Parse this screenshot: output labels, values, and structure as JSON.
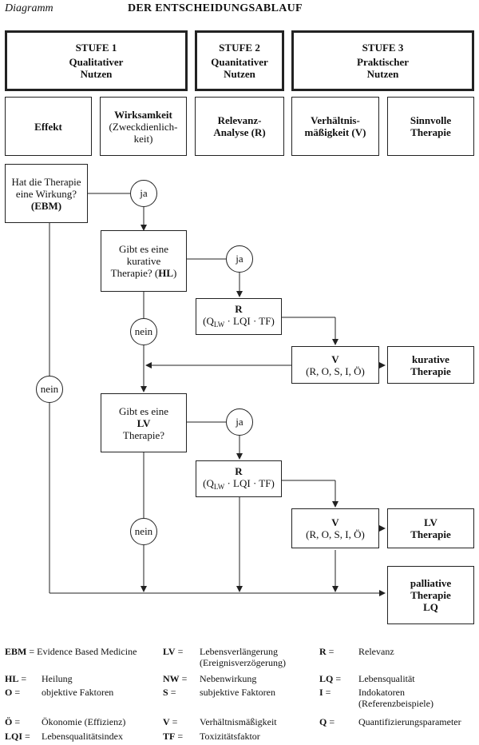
{
  "header": {
    "label": "Diagramm",
    "title": "DER ENTSCHEIDUNGSABLAUF"
  },
  "stages": [
    {
      "title": "STUFE 1",
      "line1": "Qualitativer",
      "line2": "Nutzen"
    },
    {
      "title": "STUFE 2",
      "line1": "Quanitativer",
      "line2": "Nutzen"
    },
    {
      "title": "STUFE 3",
      "line1": "Praktischer",
      "line2": "Nutzen"
    }
  ],
  "columns": [
    {
      "line1": "Effekt"
    },
    {
      "line1": "Wirksamkeit",
      "line2": "(Zweckdienlich-",
      "line3": "keit)"
    },
    {
      "line1": "Relevanz-",
      "line2": "Analyse (R)"
    },
    {
      "line1": "Verhältnis-",
      "line2": "mäßigkeit (V)"
    },
    {
      "line1": "Sinnvolle",
      "line2": "Therapie"
    }
  ],
  "flow": {
    "q1": {
      "line1": "Hat die Therapie",
      "line2": "eine Wirkung?",
      "abbr": "(EBM)"
    },
    "q2": {
      "line1": "Gibt es eine",
      "line2": "kurative",
      "line3": "Therapie? (",
      "abbr": "HL",
      "close": ")"
    },
    "q3": {
      "line1": "Gibt es eine",
      "abbr": "LV",
      "line3": "Therapie?"
    },
    "r_box": {
      "title": "R",
      "open": "(Q",
      "sub": "LW",
      "rest": " · LQI · TF)"
    },
    "v_box": {
      "title": "V",
      "formula": "(R, O, S, I, Ö)"
    },
    "yes": "ja",
    "no": "nein",
    "out_kurativ": {
      "line1": "kurative",
      "line2": "Therapie"
    },
    "out_lv": {
      "line1": "LV",
      "line2": "Therapie"
    },
    "out_palliativ": {
      "line1": "palliative",
      "line2": "Therapie",
      "line3": "LQ"
    }
  },
  "legend": [
    {
      "key": "EBM",
      "eq": " =",
      "val": "Evidence Based Medicine"
    },
    {
      "key": "LV",
      "eq": " =",
      "val": "Lebensverlängerung",
      "val2": "(Ereignisverzögerung)"
    },
    {
      "key": "R",
      "eq": " =",
      "val": "Relevanz"
    },
    {
      "key": "HL",
      "eq": " =",
      "val": "Heilung"
    },
    {
      "key": "NW",
      "eq": " =",
      "val": "Nebenwirkung"
    },
    {
      "key": "LQ",
      "eq": " =",
      "val": "Lebensqualität"
    },
    {
      "key": "O",
      "eq": " =",
      "val": "objektive Faktoren"
    },
    {
      "key": "S",
      "eq": " =",
      "val": "subjektive Faktoren"
    },
    {
      "key": "I",
      "eq": " =",
      "val": "Indokatoren",
      "val2": "(Referenzbeispiele)"
    },
    {
      "key": "Ö",
      "eq": " =",
      "val": "Ökonomie (Effizienz)"
    },
    {
      "key": "V",
      "eq": " =",
      "val": "Verhältnismäßigkeit"
    },
    {
      "key": "Q",
      "eq": " =",
      "val": "Quantifizierungsparameter"
    },
    {
      "key": "LQI",
      "eq": " =",
      "val": "Lebensqualitätsindex"
    },
    {
      "key": "TF",
      "eq": " =",
      "val": "Toxizitätsfaktor"
    }
  ]
}
